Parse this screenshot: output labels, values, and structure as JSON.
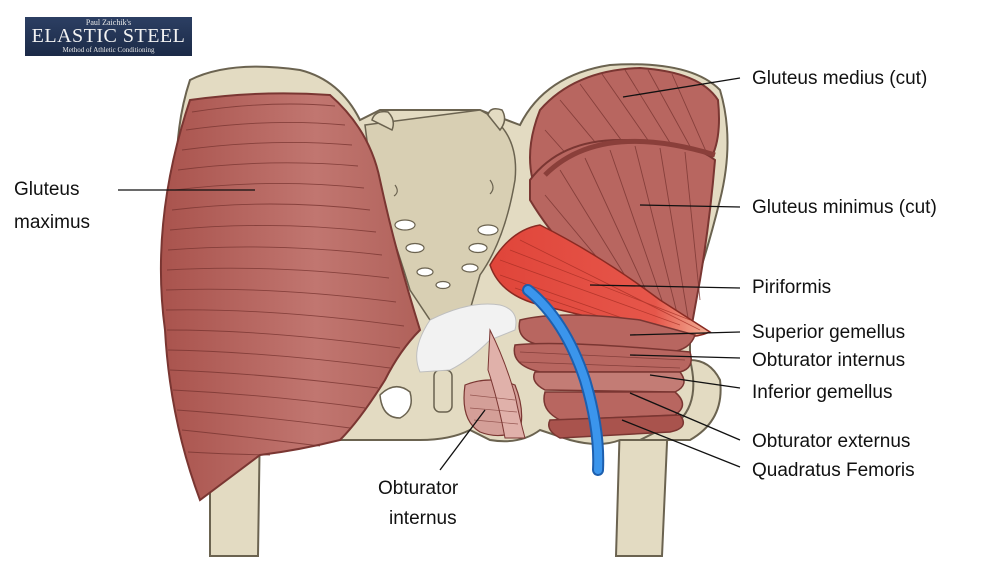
{
  "logo": {
    "line1": "Paul Zaichik's",
    "line2": "ELASTIC STEEL",
    "line3": "Method of Athletic Conditioning"
  },
  "labels": {
    "gluteus_maximus_1": "Gluteus",
    "gluteus_maximus_2": "maximus",
    "gluteus_medius": "Gluteus medius (cut)",
    "gluteus_minimus": "Gluteus minimus (cut)",
    "piriformis": "Piriformis",
    "superior_gemellus": "Superior gemellus",
    "obturator_internus": "Obturator internus",
    "inferior_gemellus": "Inferior gemellus",
    "obturator_externus": "Obturator externus",
    "quadratus_femoris": "Quadratus Femoris",
    "obturator_internus_bottom_1": "Obturator",
    "obturator_internus_bottom_2": "internus"
  },
  "colors": {
    "muscle": "#b86660",
    "muscle_dark": "#8a3f3a",
    "bone": "#e3dbc2",
    "bone_outline": "#6b6350",
    "piriformis": "#e0453a",
    "nerve": "#2f86e0",
    "cartilage": "#f0f0f0"
  }
}
